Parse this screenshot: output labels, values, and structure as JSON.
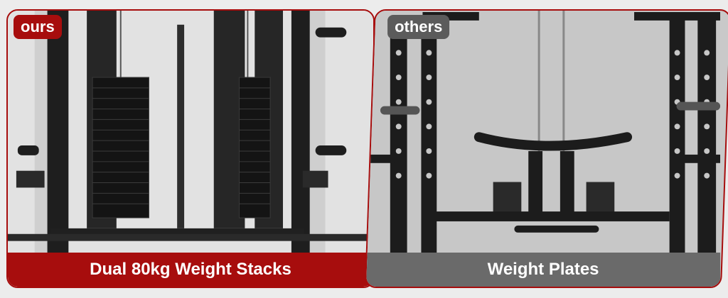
{
  "left_panel": {
    "tag": "ours",
    "caption": "Dual 80kg Weight Stacks",
    "accent_color": "#a70d0d"
  },
  "right_panel": {
    "tag": "others",
    "caption": "Weight Plates",
    "accent_color": "#5b5b5b"
  }
}
